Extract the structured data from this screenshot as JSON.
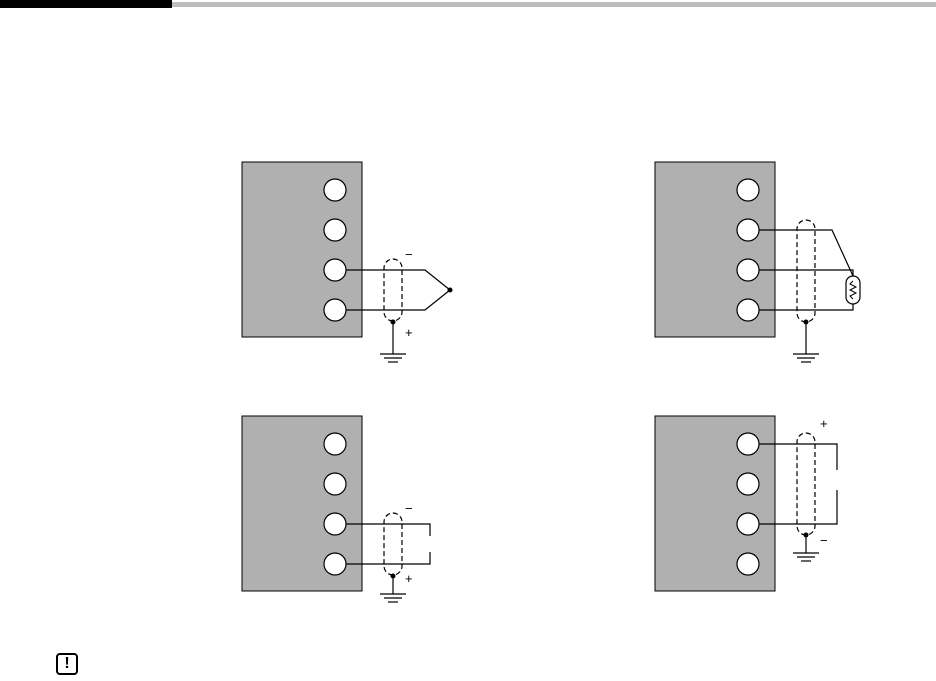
{
  "colors": {
    "block_fill": "#b0b0b0",
    "header_dark": "#000000",
    "header_light": "#bdbdbd",
    "line": "#000000"
  },
  "icons": {
    "warning": "exclamation-icon"
  },
  "warning_glyph": "!",
  "wiring": [
    {
      "id": "thermocouple",
      "signs": {
        "minus": "−",
        "plus": "+"
      }
    },
    {
      "id": "rtd",
      "signs": {}
    },
    {
      "id": "voltage-input",
      "signs": {
        "minus": "−",
        "plus": "+"
      }
    },
    {
      "id": "current-input",
      "signs": {
        "plus": "+",
        "minus": "−"
      }
    }
  ]
}
